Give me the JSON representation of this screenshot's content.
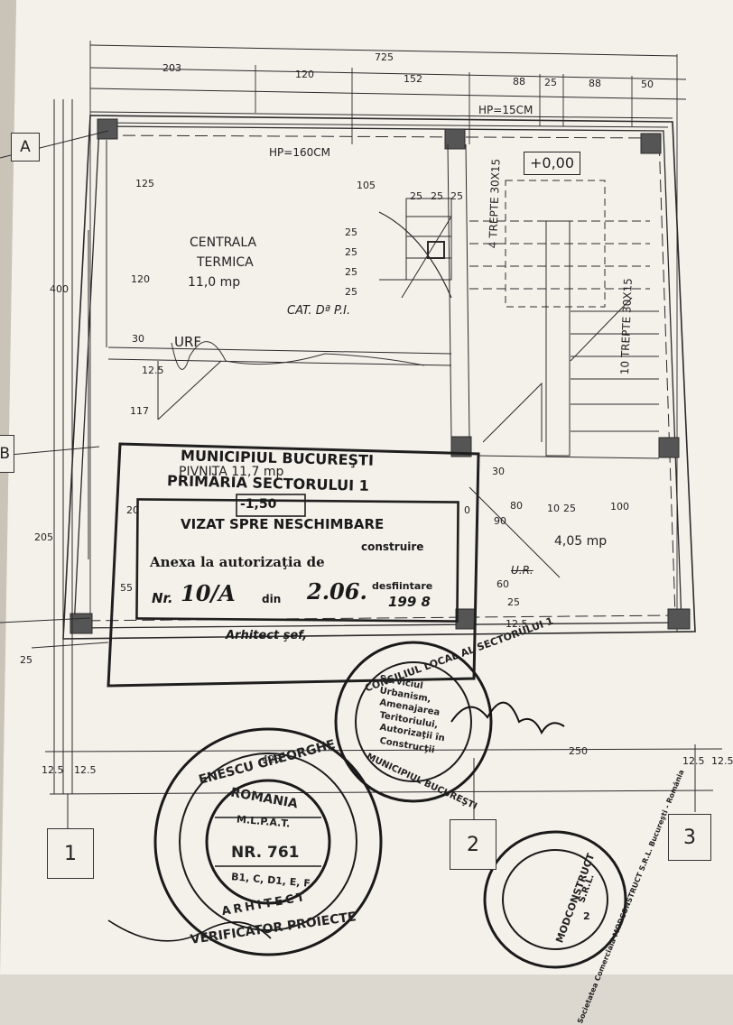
{
  "plan": {
    "top_dimensions": [
      "725",
      "203",
      "120",
      "152",
      "88",
      "25",
      "88",
      "50"
    ],
    "left_dimensions": [
      "400",
      "205",
      "25"
    ],
    "bottom_dimensions": [
      "12.5",
      "12.5",
      "425",
      "250",
      "12.5",
      "12.5"
    ],
    "inner_dimensions": [
      "125",
      "120",
      "30",
      "12.5",
      "117",
      "105",
      "25",
      "25",
      "25",
      "25",
      "25",
      "25",
      "25",
      "20",
      "55",
      "30",
      "80",
      "10",
      "25",
      "100",
      "0",
      "90",
      "60",
      "25",
      "12.5"
    ],
    "notes": {
      "hp_top": "HP=15CM",
      "hp_room": "HP=160CM",
      "level": "+0,00",
      "cat": "CAT. Dª P.I.",
      "urf": "URF",
      "ur": "U.R.",
      "area_small": "4,05 mp"
    },
    "rooms": {
      "centrala_name_1": "CENTRALA",
      "centrala_name_2": "TERMICA",
      "centrala_area": "11,0 mp",
      "pivnita": "PIVNITA 11,7 mp"
    },
    "stairs": {
      "flight_1": "4 TREPTE 30X15",
      "flight_2": "10 TREPTE 30X15"
    },
    "axes": {
      "rows": [
        "A",
        "B"
      ],
      "columns": [
        "1",
        "2",
        "3"
      ]
    }
  },
  "stamp_rect": {
    "line1": "MUNICIPIUL BUCUREŞTI",
    "line2": "PRIMĂRIA SECTORULUI 1",
    "line3": "VIZAT SPRE NESCHIMBARE",
    "line4": "construire",
    "line5": "Anexa la autorizaţia de",
    "line6": "desfiintare",
    "nr_prefix": "Nr.",
    "nr_value": "10/A",
    "din": "din",
    "date": "2.06.",
    "year": "199 8",
    "architect": "Arhitect şef,",
    "level_box": "-1,50"
  },
  "stamp_council": {
    "ring_top": "CONSILIUL LOCAL AL SECTORULUI 1",
    "ring_bottom": "MUNICIPIUL BUCUREŞTI",
    "center": [
      "Serviciul",
      "Urbanism,",
      "Amenajarea",
      "Teritoriului,",
      "Autorizaţii în",
      "Construcţii"
    ]
  },
  "stamp_verifier": {
    "ring_top": "ENESCU GHEORGHE",
    "ring_bottom": "VERIFICATOR PROIECTE",
    "country": "ROMANIA",
    "ministry": "M.L.P.A.T.",
    "number": "NR. 761",
    "categories": "B1, C, D1, E, F",
    "profession": "ARHITECT"
  },
  "stamp_company": {
    "ring": "Societatea Comercială MODCONSTRUCT S.R.L. Bucureşti - România",
    "name": "MODCONSTRUCT",
    "type": "S.R.L.",
    "number": "2"
  }
}
